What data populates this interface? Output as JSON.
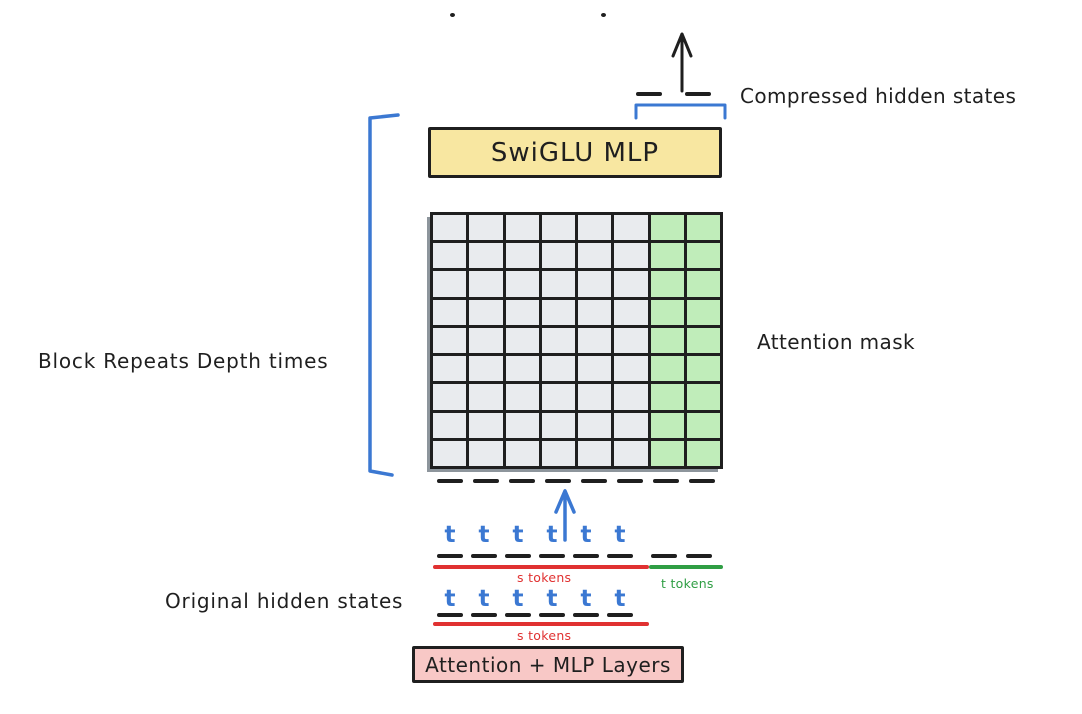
{
  "colors": {
    "ink": "#1f1f1f",
    "blue": "#3b78d2",
    "red": "#e03131",
    "green": "#2f9e44",
    "yellow_fill": "#f8e7a1",
    "pink_fill": "#f8c8c6",
    "gray_cell": "#e9ebee",
    "green_cell": "#c0edba"
  },
  "labels": {
    "compressed_hidden_states": "Compressed hidden states",
    "swiglu_mlp": "SwiGLU MLP",
    "block_repeats": "Block Repeats Depth times",
    "attention_mask": "Attention mask",
    "original_hidden_states": "Original hidden states",
    "attention_mlp_layers": "Attention + MLP Layers",
    "s_tokens": "s tokens",
    "t_tokens": "t tokens"
  },
  "grid": {
    "rows": 9,
    "cols": 8,
    "green_cols": 2
  },
  "tokens": {
    "letter": "t",
    "compressed_dash_count": 2,
    "grid_bottom_dash_count": 8,
    "row1": {
      "t_count": 6,
      "s_dash_count": 6,
      "t_dash_count": 2
    },
    "row2": {
      "t_count": 6,
      "s_dash_count": 6
    }
  }
}
